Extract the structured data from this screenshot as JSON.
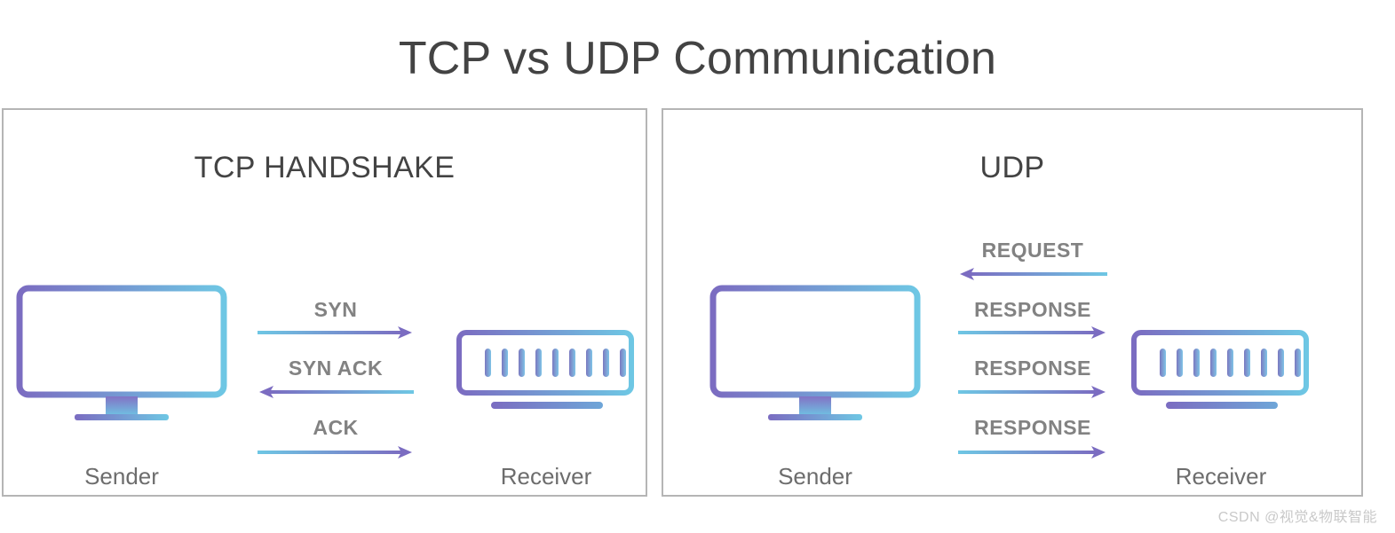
{
  "page": {
    "title": "TCP vs UDP Communication",
    "background": "#ffffff",
    "title_color": "#434343"
  },
  "colors": {
    "gradient_blue": "#6ec7e4",
    "gradient_purple": "#7b6cc1",
    "panel_border": "#b5b5b5",
    "label_gray": "#828282",
    "device_label_gray": "#6d6d6d",
    "watermark_gray": "#c9c9c9"
  },
  "panels": [
    {
      "id": "tcp",
      "title": "TCP HANDSHAKE",
      "sender": {
        "label": "Sender",
        "icon": "desktop-monitor-icon"
      },
      "receiver": {
        "label": "Receiver",
        "icon": "server-rack-icon",
        "bar_count": 9
      },
      "flows": [
        {
          "label": "SYN",
          "direction": "right"
        },
        {
          "label": "SYN ACK",
          "direction": "left"
        },
        {
          "label": "ACK",
          "direction": "right"
        }
      ]
    },
    {
      "id": "udp",
      "title": "UDP",
      "sender": {
        "label": "Sender",
        "icon": "desktop-monitor-icon"
      },
      "receiver": {
        "label": "Receiver",
        "icon": "server-rack-icon",
        "bar_count": 9
      },
      "flows": [
        {
          "label": "REQUEST",
          "direction": "left"
        },
        {
          "label": "RESPONSE",
          "direction": "right"
        },
        {
          "label": "RESPONSE",
          "direction": "right"
        },
        {
          "label": "RESPONSE",
          "direction": "right"
        }
      ]
    }
  ],
  "watermark": "CSDN @视觉&物联智能"
}
